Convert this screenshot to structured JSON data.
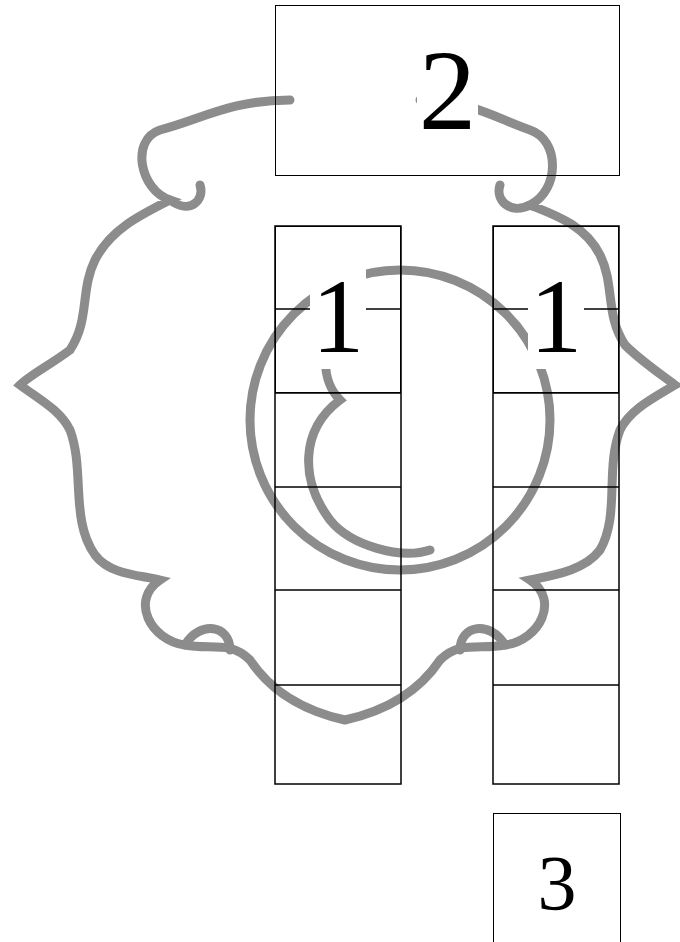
{
  "diagram": {
    "nodes": [
      {
        "text": [
          "2"
        ]
      },
      {
        "text": [
          "1"
        ]
      },
      {
        "text": [
          "1"
        ]
      },
      {
        "text": [
          "3"
        ]
      }
    ]
  }
}
